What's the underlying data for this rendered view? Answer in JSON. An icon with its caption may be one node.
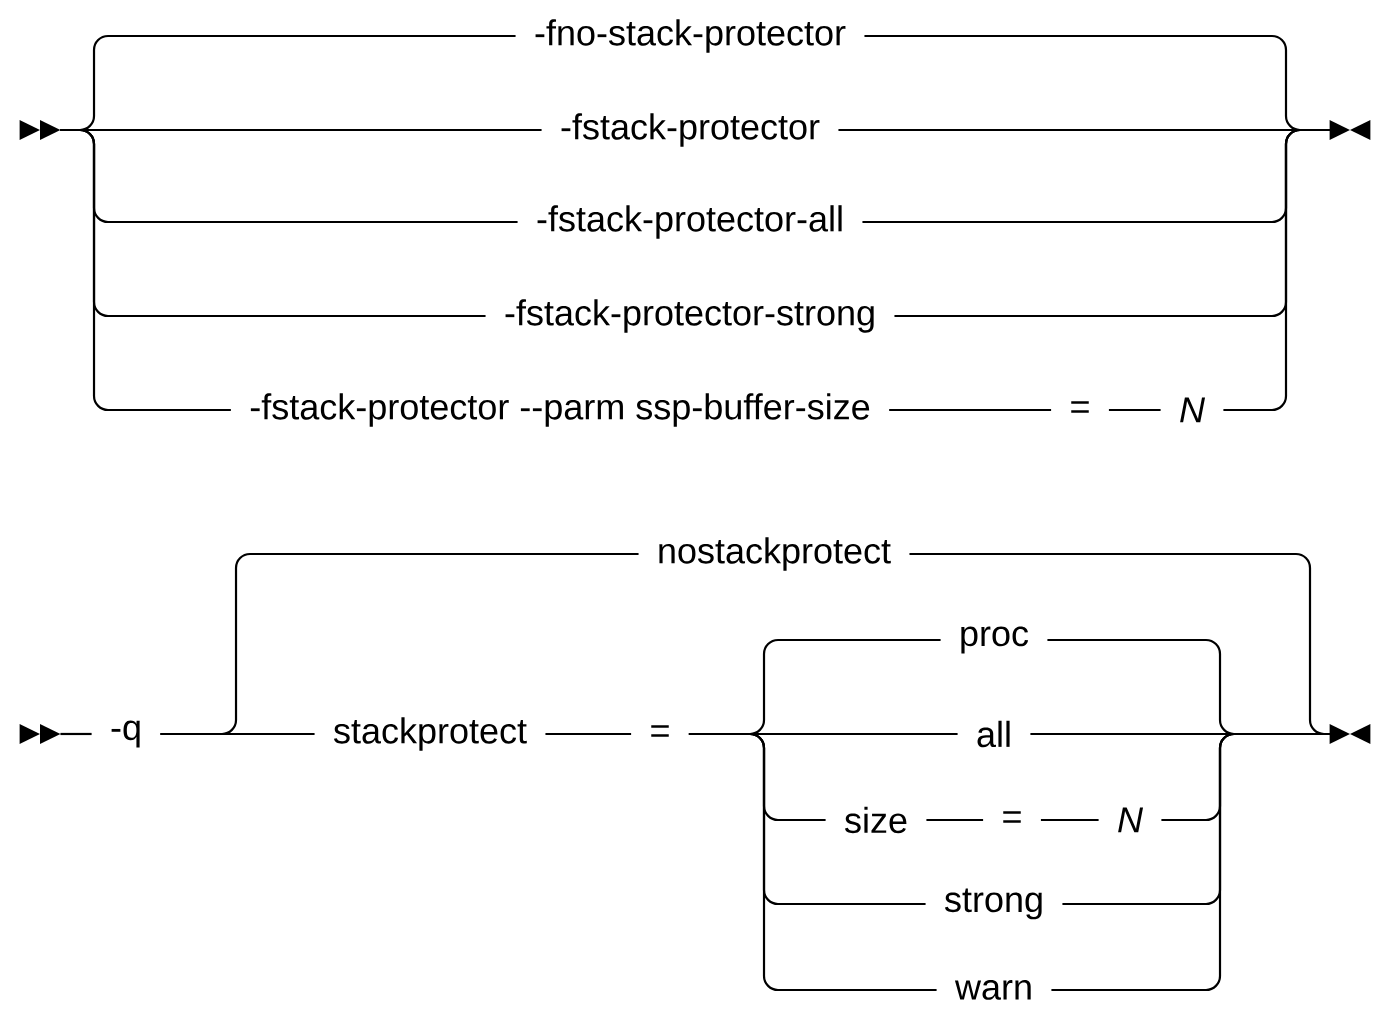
{
  "diagram": {
    "nodes": [
      {
        "text": [],
        "shape": "triangle"
      },
      {
        "text": [
          "-fno-stack-protector"
        ]
      },
      {
        "text": [
          "-fstack-protector"
        ]
      },
      {
        "text": [
          "-fstack-protector-all"
        ]
      },
      {
        "text": [
          "-fstack-protector-strong"
        ]
      },
      {
        "text": [
          "-fstack-protector --parm ssp-buffer-size"
        ]
      },
      {
        "text": [
          "="
        ]
      },
      {
        "text": [
          "N"
        ]
      },
      {
        "text": [],
        "shape": "triangle"
      },
      {
        "text": [],
        "shape": "triangle"
      },
      {
        "text": [
          "-q"
        ]
      },
      {
        "text": [
          "nostackprotect"
        ]
      },
      {
        "text": [
          "stackprotect"
        ]
      },
      {
        "text": [
          "="
        ]
      },
      {
        "text": [
          "proc"
        ]
      },
      {
        "text": [
          "all"
        ]
      },
      {
        "text": [
          "size"
        ]
      },
      {
        "text": [
          "="
        ]
      },
      {
        "text": [
          "N"
        ]
      },
      {
        "text": [
          "strong"
        ]
      },
      {
        "text": [
          "warn"
        ]
      },
      {
        "text": [],
        "shape": "triangle"
      }
    ],
    "edges": [
      {
        "from": 0,
        "to": 1,
        "arrow": "none"
      },
      {
        "from": 0,
        "to": 2,
        "arrow": "none"
      },
      {
        "from": 0,
        "to": 3,
        "arrow": "none"
      },
      {
        "from": 0,
        "to": 4,
        "arrow": "none"
      },
      {
        "from": 0,
        "to": 5,
        "arrow": "none"
      },
      {
        "from": 1,
        "to": 8,
        "arrow": "none"
      },
      {
        "from": 2,
        "to": 8,
        "arrow": "none"
      },
      {
        "from": 3,
        "to": 8,
        "arrow": "none"
      },
      {
        "from": 4,
        "to": 8,
        "arrow": "none"
      },
      {
        "from": 5,
        "to": 6,
        "arrow": "none"
      },
      {
        "from": 6,
        "to": 7,
        "arrow": "none"
      },
      {
        "from": 7,
        "to": 8,
        "arrow": "none"
      },
      {
        "from": 9,
        "to": 10,
        "arrow": "none"
      },
      {
        "from": 10,
        "to": 11,
        "arrow": "none"
      },
      {
        "from": 10,
        "to": 12,
        "arrow": "none"
      },
      {
        "from": 11,
        "to": 21,
        "arrow": "none"
      },
      {
        "from": 12,
        "to": 13,
        "arrow": "none"
      },
      {
        "from": 13,
        "to": 14,
        "arrow": "none"
      },
      {
        "from": 13,
        "to": 15,
        "arrow": "none"
      },
      {
        "from": 13,
        "to": 16,
        "arrow": "none"
      },
      {
        "from": 13,
        "to": 19,
        "arrow": "none"
      },
      {
        "from": 13,
        "to": 20,
        "arrow": "none"
      },
      {
        "from": 14,
        "to": 21,
        "arrow": "none"
      },
      {
        "from": 15,
        "to": 21,
        "arrow": "none"
      },
      {
        "from": 16,
        "to": 17,
        "arrow": "none"
      },
      {
        "from": 17,
        "to": 18,
        "arrow": "none"
      },
      {
        "from": 18,
        "to": 21,
        "arrow": "none"
      },
      {
        "from": 19,
        "to": 21,
        "arrow": "none"
      },
      {
        "from": 20,
        "to": 21,
        "arrow": "none"
      }
    ]
  }
}
